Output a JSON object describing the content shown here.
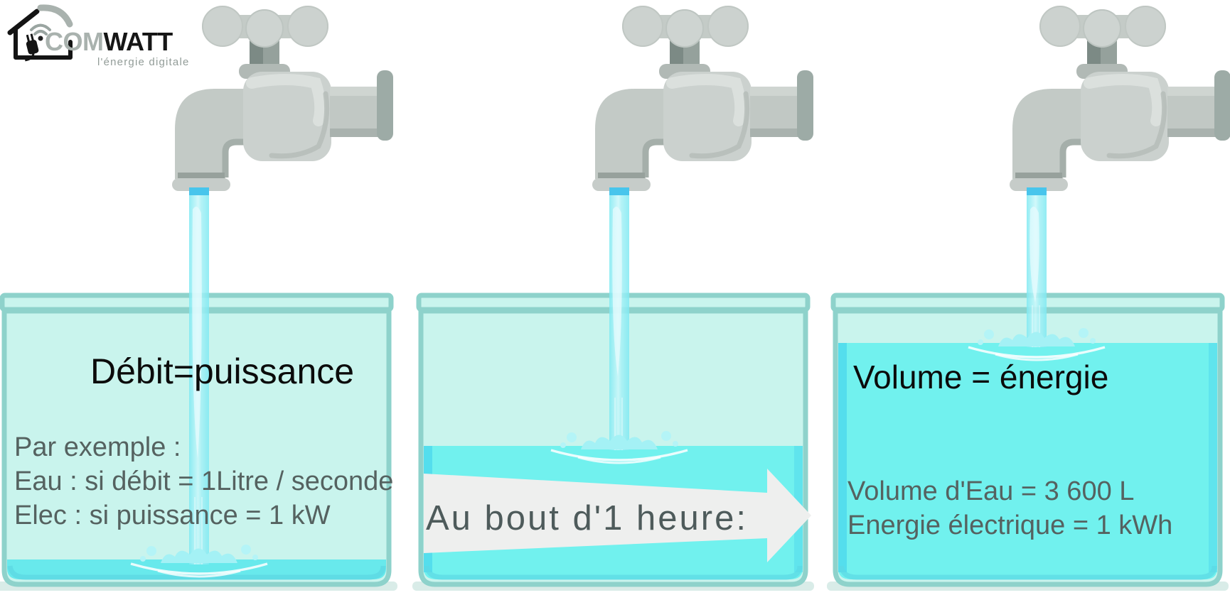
{
  "logo": {
    "brand_com": "COM",
    "brand_watt": "WATT",
    "tagline": "l'énergie digitale"
  },
  "panels": {
    "flow": {
      "title": "Débit=puissance",
      "line1": "Par exemple :",
      "line2": "Eau : si débit = 1Litre / seconde",
      "line3": "Elec : si puissance = 1 kW"
    },
    "arrow": {
      "label": "Au bout d'1 heure:"
    },
    "volume": {
      "title": "Volume = énergie",
      "line1": "Volume d'Eau = 3 600 L",
      "line2": "Energie électrique = 1 kWh"
    }
  },
  "colors": {
    "water_cyan": "#71f1ee",
    "water_edge": "#4bd7ec",
    "bucket_fill_mint": "#c9f4ed",
    "bucket_border_teal": "#8ed2cb",
    "faucet_gray": "#cbd1ce",
    "faucet_dark": "#7c8a85",
    "stream_cyan": "#7fe9f2",
    "arrow_bg": "#eeefee",
    "arrow_text": "#4e5b5b",
    "body_text": "#556260",
    "title_text": "#0b0b0b",
    "logo_gray": "#a9b2ae",
    "logo_black": "#161616"
  }
}
